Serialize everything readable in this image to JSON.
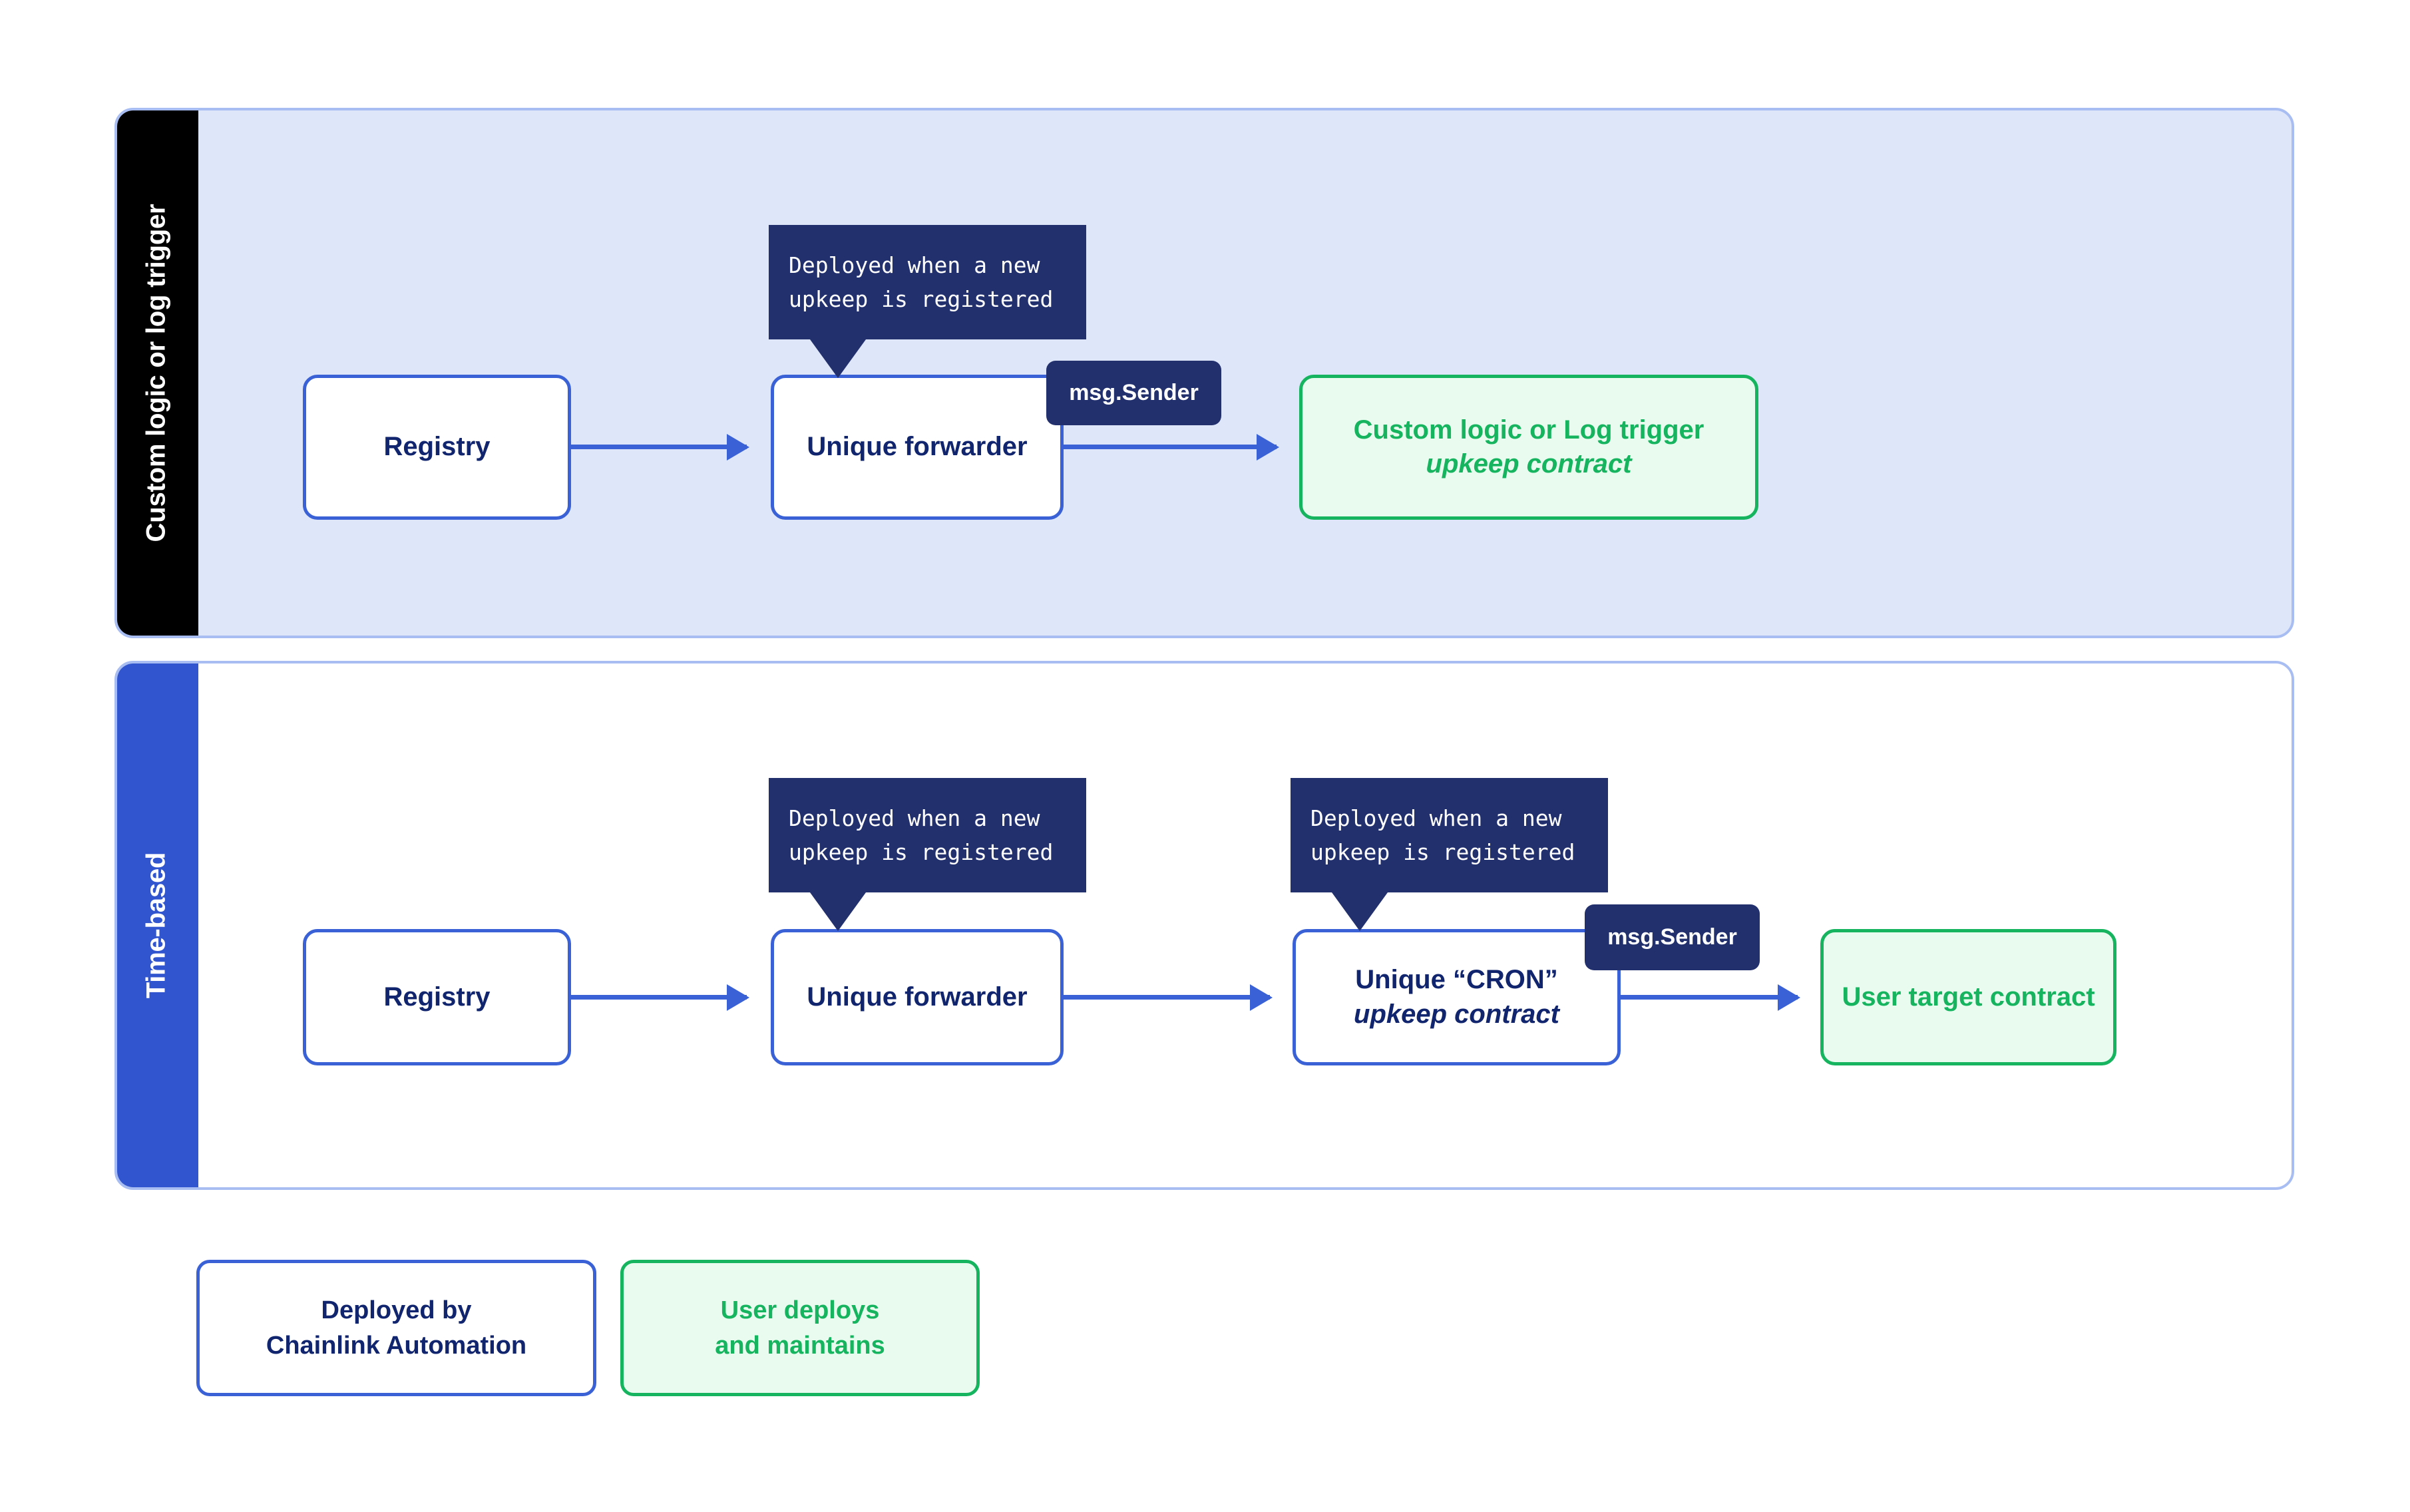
{
  "panels": [
    {
      "id": "custom-logic-or-log-trigger",
      "rail_label": "Custom logic or log trigger",
      "rail_color": "#000000",
      "background": "#dee6fa",
      "nodes": [
        {
          "id": "registry",
          "line1": "Registry",
          "line2": "",
          "style": "blue"
        },
        {
          "id": "forwarder",
          "line1": "Unique forwarder",
          "line2": "",
          "style": "blue"
        },
        {
          "id": "upkeep",
          "line1": "Custom logic or Log trigger",
          "line2": "upkeep contract",
          "style": "green"
        }
      ],
      "tooltips": [
        {
          "id": "forwarder-tooltip",
          "line1": "Deployed when a new",
          "line2": "upkeep is registered"
        }
      ],
      "badges": [
        {
          "id": "forwarder-msg-sender",
          "label": "msg.Sender"
        }
      ]
    },
    {
      "id": "time-based",
      "rail_label": "Time-based",
      "rail_color": "#3055ce",
      "background": "#ffffff",
      "nodes": [
        {
          "id": "registry",
          "line1": "Registry",
          "line2": "",
          "style": "blue"
        },
        {
          "id": "forwarder",
          "line1": "Unique forwarder",
          "line2": "",
          "style": "blue"
        },
        {
          "id": "cron",
          "line1": "Unique “CRON”",
          "line2": "upkeep contract",
          "style": "blue"
        },
        {
          "id": "target",
          "line1": "User target contract",
          "line2": "",
          "style": "green"
        }
      ],
      "tooltips": [
        {
          "id": "forwarder-tooltip",
          "line1": "Deployed when a new",
          "line2": "upkeep is registered"
        },
        {
          "id": "cron-tooltip",
          "line1": "Deployed when a new",
          "line2": "upkeep is registered"
        }
      ],
      "badges": [
        {
          "id": "cron-msg-sender",
          "label": "msg.Sender"
        }
      ]
    }
  ],
  "legend": [
    {
      "id": "deployed-by-chainlink",
      "line1": "Deployed by",
      "line2": "Chainlink Automation",
      "style": "blue"
    },
    {
      "id": "user-deploys",
      "line1": "User deploys",
      "line2": "and maintains",
      "style": "green"
    }
  ],
  "colors": {
    "accent_blue": "#3a62d6",
    "navy_text": "#11256e",
    "tooltip_navy": "#23306e",
    "green": "#16b45e",
    "green_fill": "#e9fbef",
    "panel_fill": "#dee6fa",
    "panel_border": "#a8bdf2",
    "rail_black": "#000000",
    "rail_blue": "#3055ce"
  }
}
